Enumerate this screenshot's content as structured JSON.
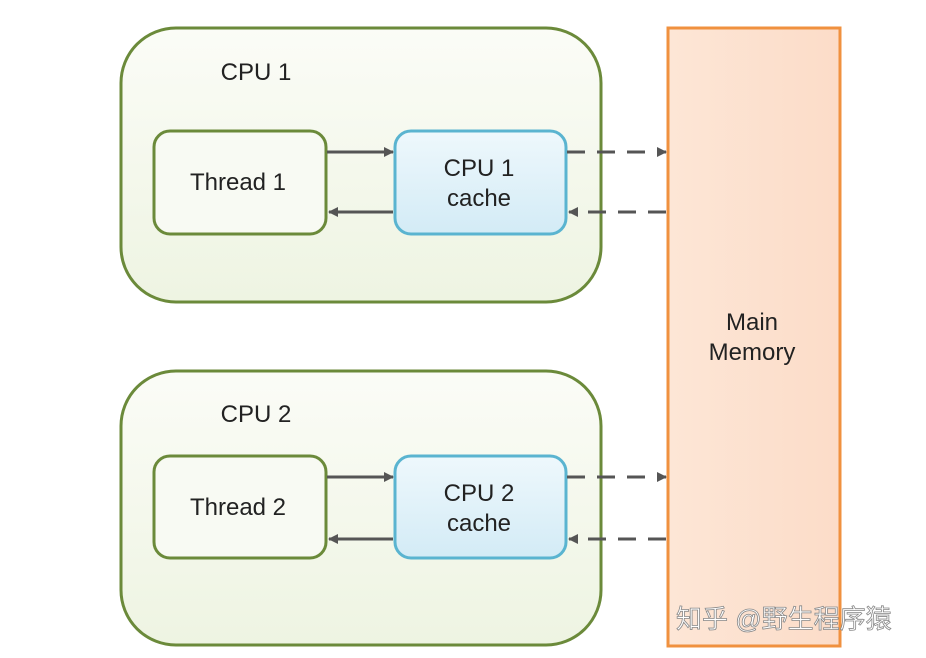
{
  "cpus": [
    {
      "label": "CPU 1",
      "thread": "Thread 1",
      "cache_line1": "CPU 1",
      "cache_line2": "cache"
    },
    {
      "label": "CPU 2",
      "thread": "Thread 2",
      "cache_line1": "CPU 2",
      "cache_line2": "cache"
    }
  ],
  "memory": {
    "line1": "Main",
    "line2": "Memory"
  },
  "watermark": "知乎 @野生程序猿",
  "colors": {
    "cpu_border": "#6b8a3a",
    "cpu_fill": "#f3f7ea",
    "cache_border": "#5ab4d0",
    "cache_fill": "#def0f8",
    "memory_border": "#f0913f",
    "memory_fill": "#fde3d2",
    "arrow": "#555555"
  }
}
